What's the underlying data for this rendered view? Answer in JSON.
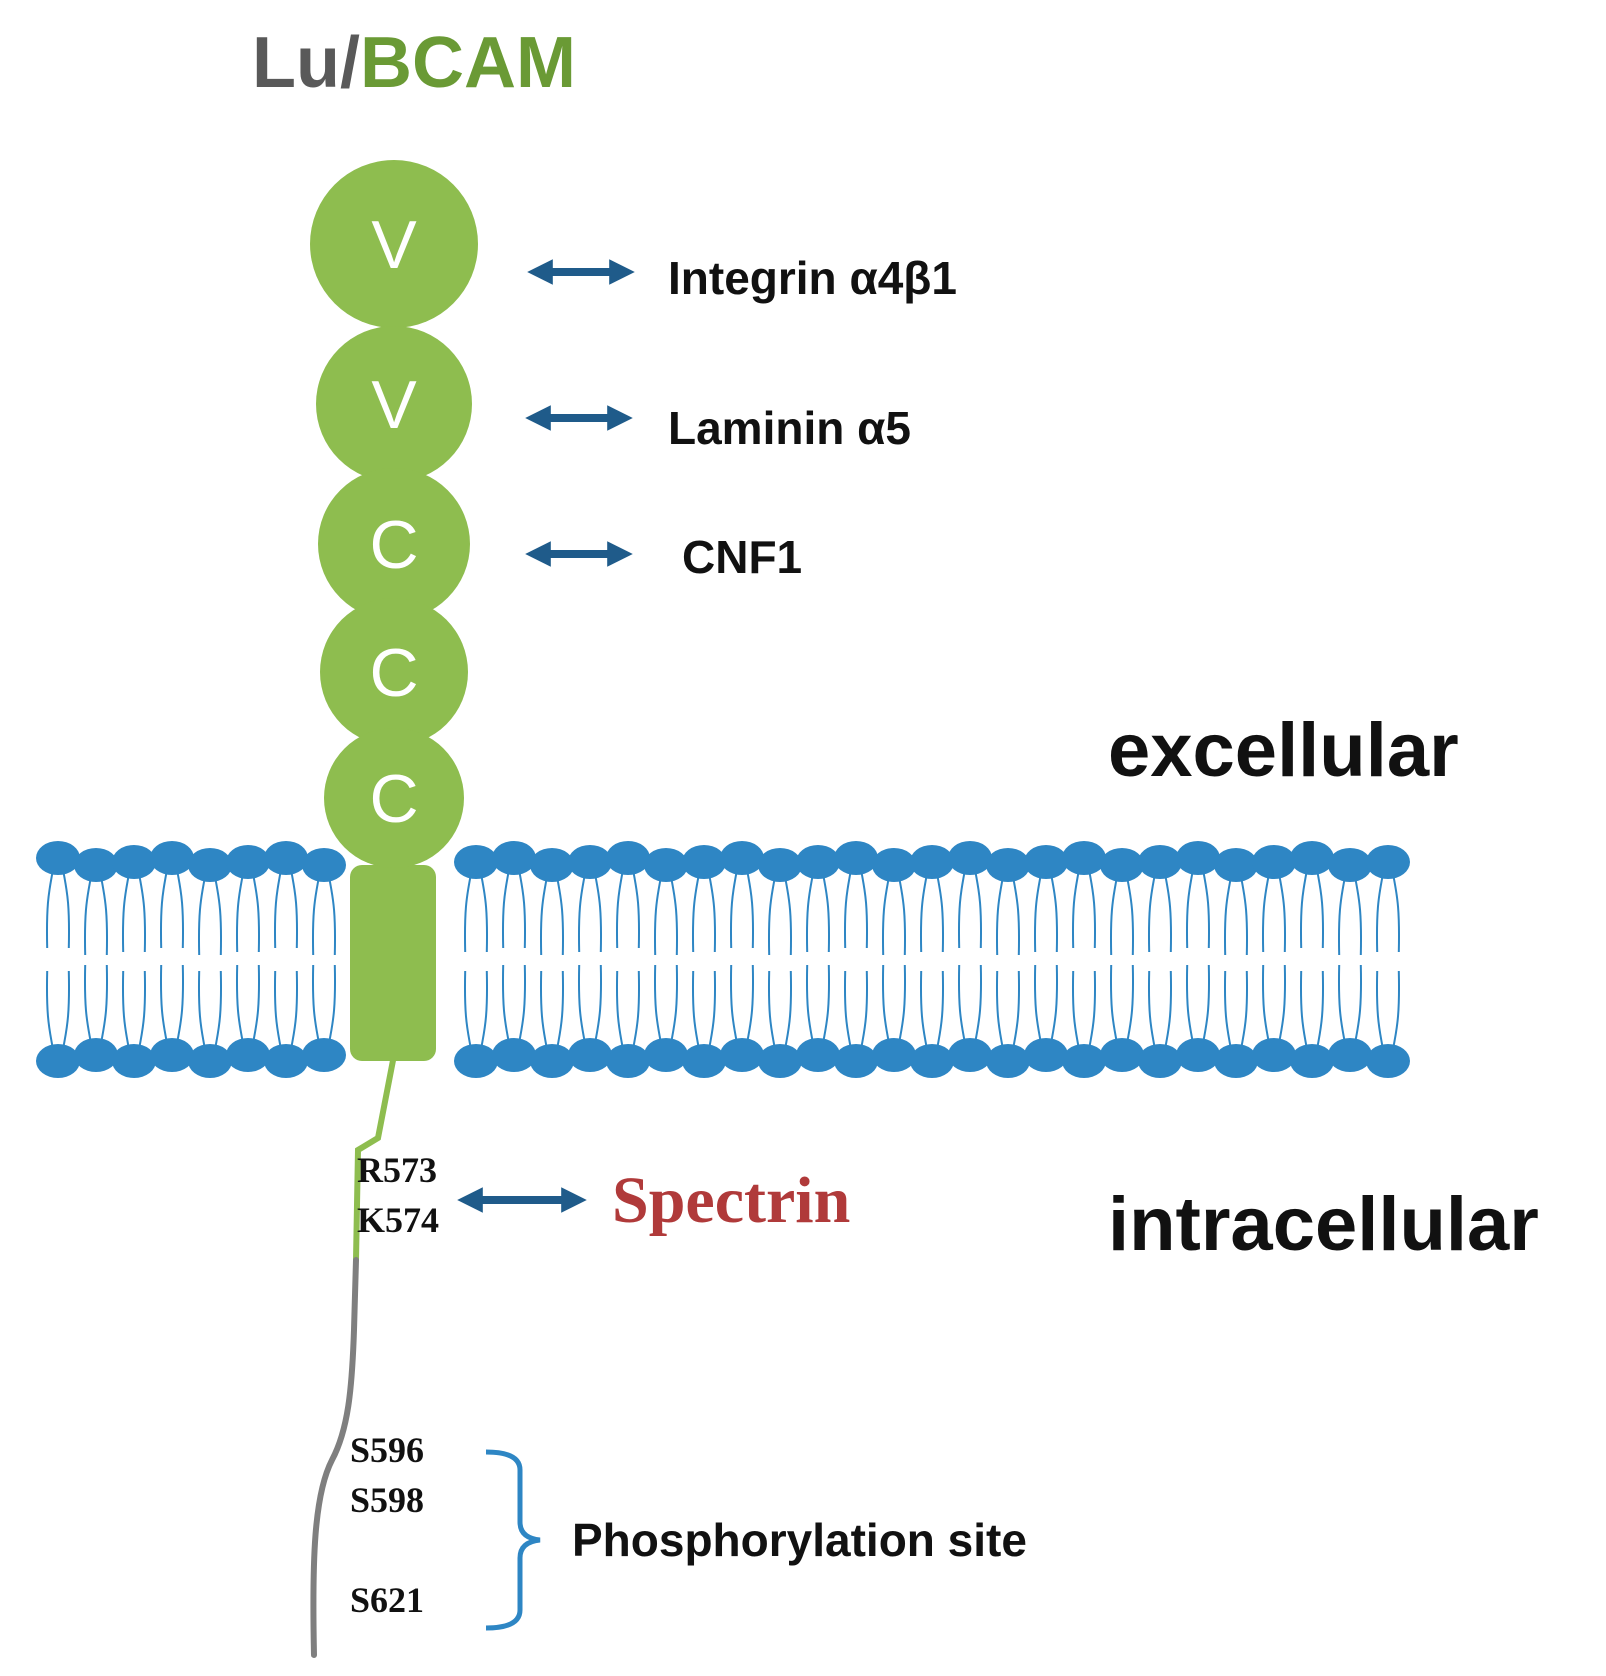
{
  "title": {
    "part1": "Lu",
    "separator": "/",
    "part2": "BCAM"
  },
  "domains": [
    "V",
    "V",
    "C",
    "C",
    "C"
  ],
  "ligands": [
    {
      "label": "Integrin α4β1"
    },
    {
      "label": "Laminin α5"
    },
    {
      "label": "CNF1"
    }
  ],
  "regions": {
    "outside": "excellular",
    "inside": "intracellular"
  },
  "spectrin_site": {
    "residues": [
      "R573",
      "K574"
    ],
    "partner": "Spectrin"
  },
  "phosphorylation": {
    "sites": [
      "S596",
      "S598",
      "S621"
    ],
    "label": "Phosphorylation site"
  },
  "colors": {
    "green": "#8ebd4f",
    "title_grey": "#595959",
    "title_green": "#6a9a35",
    "membrane_blue": "#2e86c4",
    "arrow_blue": "#1f5b8a",
    "spectrin_red": "#b03a3a",
    "tail_grey": "#7f7f7f",
    "bracket_blue": "#2e86c4"
  }
}
